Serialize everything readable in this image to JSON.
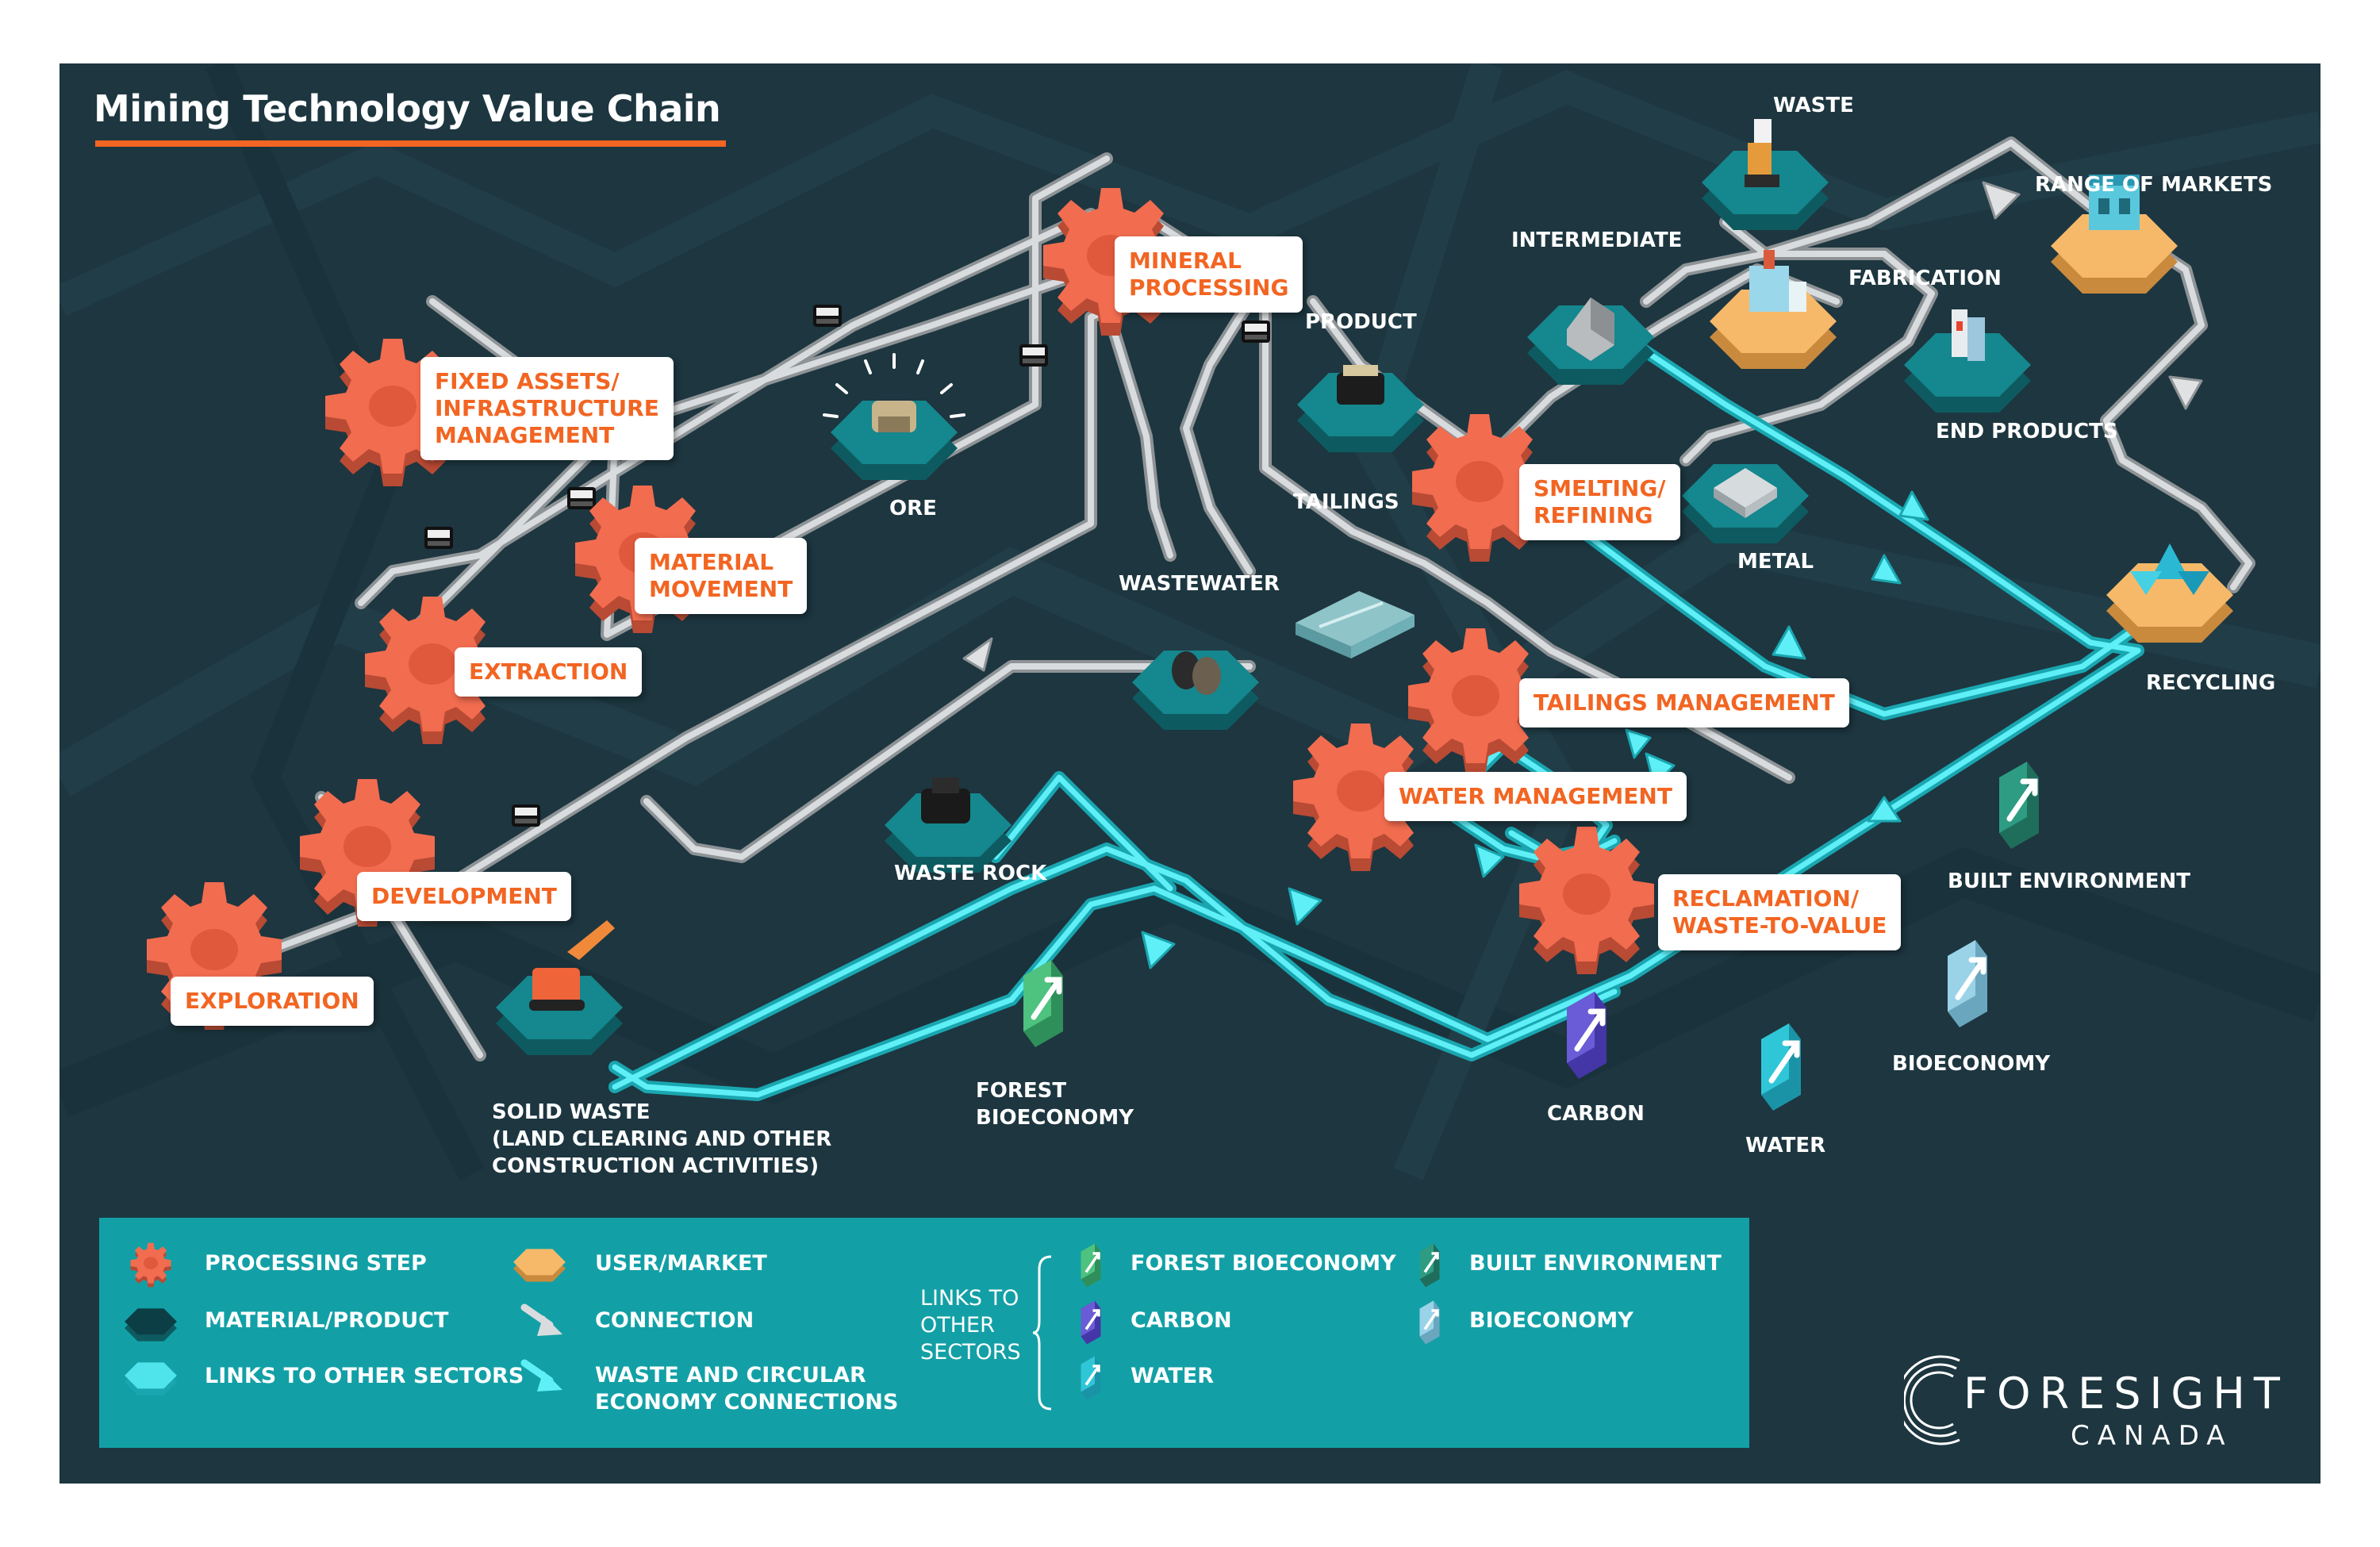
{
  "title": "Mining Technology Value Chain",
  "processing_steps": {
    "exploration": "EXPLORATION",
    "development": "DEVELOPMENT",
    "extraction": "EXTRACTION",
    "material_movement": [
      "MATERIAL",
      "MOVEMENT"
    ],
    "fixed_assets": [
      "FIXED ASSETS/",
      "INFRASTRUCTURE",
      "MANAGEMENT"
    ],
    "mineral_processing": [
      "MINERAL",
      "PROCESSING"
    ],
    "smelting_refining": [
      "SMELTING/",
      "REFINING"
    ],
    "tailings_management": "TAILINGS MANAGEMENT",
    "water_management": "WATER MANAGEMENT",
    "reclamation": [
      "RECLAMATION/",
      "WASTE-TO-VALUE"
    ]
  },
  "materials": {
    "ore": "ORE",
    "product": "PRODUCT",
    "tailings": "TAILINGS",
    "wastewater": "WASTEWATER",
    "waste_rock": "WASTE ROCK",
    "solid_waste": [
      "SOLID WASTE",
      "(LAND CLEARING AND OTHER",
      "CONSTRUCTION ACTIVITIES)"
    ],
    "intermediate": "INTERMEDIATE",
    "metal": "METAL",
    "end_products": "END PRODUCTS",
    "waste": "WASTE"
  },
  "markets": {
    "fabrication": "FABRICATION",
    "range_of_markets": "RANGE OF MARKETS",
    "recycling": "RECYCLING"
  },
  "sector_links": {
    "forest_bioeconomy": [
      "FOREST",
      "BIOECONOMY"
    ],
    "built_environment": "BUILT ENVIRONMENT",
    "bioeconomy": "BIOECONOMY",
    "carbon": "CARBON",
    "water": "WATER"
  },
  "legend": {
    "processing_step": "PROCESSING STEP",
    "material_product": "MATERIAL/PRODUCT",
    "links_to_other_sectors": "LINKS TO OTHER SECTORS",
    "user_market": "USER/MARKET",
    "connection": "CONNECTION",
    "waste_circular": [
      "WASTE AND CIRCULAR",
      "ECONOMY CONNECTIONS"
    ],
    "links_heading": [
      "LINKS TO",
      "OTHER",
      "SECTORS"
    ],
    "forest_bioeconomy": "FOREST BIOECONOMY",
    "carbon": "CARBON",
    "water": "WATER",
    "built_environment": "BUILT ENVIRONMENT",
    "bioeconomy": "BIOECONOMY"
  },
  "brand": {
    "name": "FORESIGHT",
    "sub": "CANADA"
  },
  "colors": {
    "background": "#1d3640",
    "gear": "#f26c4f",
    "material_tile": "#137f86",
    "market_tile": "#f6b96a",
    "connection": "#c9cbcd",
    "circular": "#4fe3ec",
    "legend_panel": "#12a0a6",
    "forest": "#4ec27f",
    "carbon": "#6a5bd6",
    "water": "#2fc6d8",
    "built": "#2d9c82",
    "bioeconomy": "#9ad3e8"
  }
}
